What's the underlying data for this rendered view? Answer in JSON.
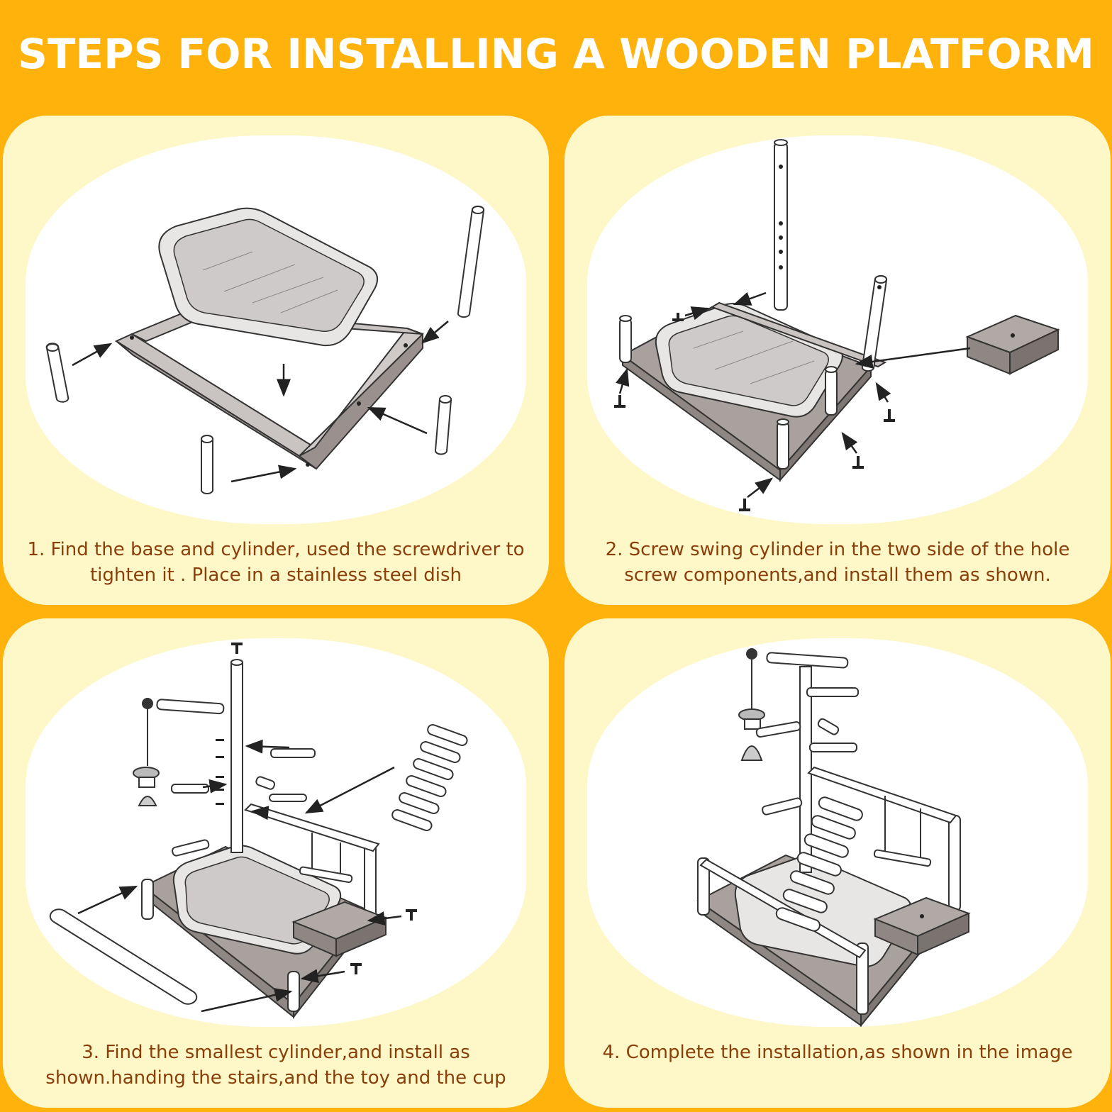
{
  "page_title": "STEPS FOR INSTALLING A WOODEN PLATFORM",
  "colors": {
    "background": "#FFB10C",
    "card": "#FEF8C8",
    "caption_text": "#8A3F0A",
    "title_text": "#FFFFFF"
  },
  "steps": [
    {
      "line1": "1. Find the base and cylinder, used the screwdriver to",
      "line2": "tighten it . Place in a stainless steel dish"
    },
    {
      "line1": "2. Screw swing cylinder in the two side of the hole",
      "line2": "screw components,and install them as shown."
    },
    {
      "line1": "3. Find the smallest cylinder,and install as",
      "line2": "shown.handing the stairs,and the toy and the cup"
    },
    {
      "line1": "4. Complete the installation,as shown in the image",
      "line2": ""
    }
  ]
}
